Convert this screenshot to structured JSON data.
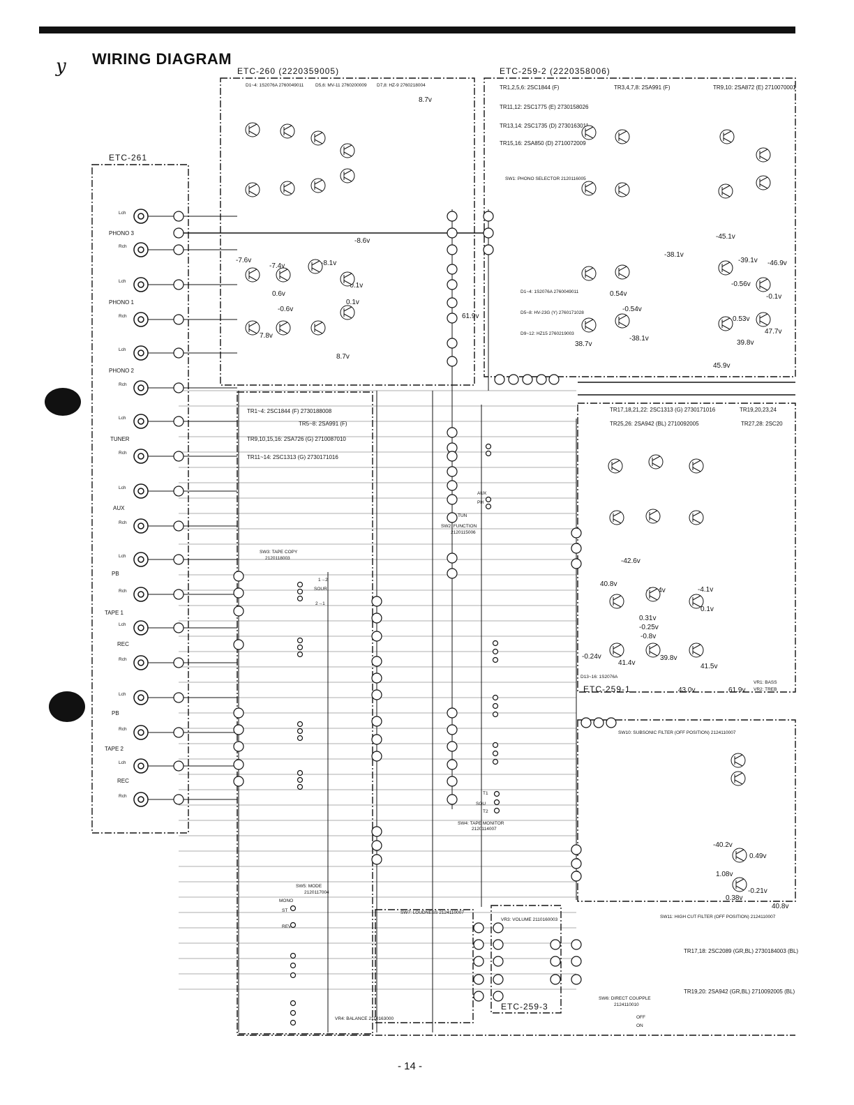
{
  "mark": "y",
  "title": "WIRING DIAGRAM",
  "page_number": "- 14 -",
  "boards": [
    {
      "id": "etc260",
      "label": "ETC-260 (2220359005)",
      "parts": [
        "D1~4: 1S2076A 2760049011",
        "D5,6: MV-11 2760200009",
        "D7,8: HZ-9 2760218004"
      ],
      "voltages": [
        "8.7v",
        "-8.6v",
        "-7.6v",
        "-7.4v",
        "-8.1v",
        "-0.6v",
        "-0.1v",
        "0.6v",
        "0.1v",
        "7.8v",
        "61.9v",
        "8.7v"
      ],
      "transistors": [
        "TR1~4: 2SC1844 (F) 2730188008",
        "TR5~8: 2SA991 (F)",
        "TR9,10,15,16: 2SA726 (G) 2710087010",
        "TR11~14: 2SC1313 (G) 2730171016"
      ]
    },
    {
      "id": "etc259_2",
      "label": "ETC-259-2 (2220358006)",
      "transistors": [
        "TR1,2,5,6: 2SC1844 (F)",
        "TR3,4,7,8: 2SA991 (F)",
        "TR9,10: 2SA872 (E) 2710070001",
        "TR11,12: 2SC1775 (E) 2730158026",
        "TR13,14: 2SC1735 (D) 2730163011",
        "TR15,16: 2SA850 (D) 2710072009"
      ],
      "parts": [
        "SW1: PHONO SELECTOR 2120116005",
        "D1~4: 1S2076A 2760049011",
        "D5~8: HV-23G (Y) 2760171028",
        "D9~12: HZ15 2760219003"
      ],
      "voltages": [
        "-45.1v",
        "-38.1v",
        "-39.1v",
        "-46.9v",
        "-0.56v",
        "-0.1v",
        "0.54v",
        "-0.54v",
        "-38.1v",
        "38.7v",
        "0.53v",
        "47.7v",
        "39.8v",
        "45.9v"
      ]
    },
    {
      "id": "etc261",
      "label": "ETC-261"
    },
    {
      "id": "etc259_1",
      "label": "ETC-259-1",
      "transistors": [
        "TR17,18,21,22: 2SC1313 (G) 2730171016",
        "TR19,20,23,24",
        "TR25,26: 2SA942 (BL) 2710092005",
        "TR27,28: 2SC20"
      ],
      "parts": [
        "D13~16: 1S2076A",
        "VR1: BASS",
        "VR2: TREB"
      ],
      "voltages": [
        "-42.6v",
        "40.8v",
        "-39.4v",
        "-4.1v",
        "0.1v",
        "0.31v",
        "-0.25v",
        "-0.8v",
        "39.8v",
        "41.5v",
        "-0.24v",
        "41.4v",
        "43.0v",
        "61.9v"
      ]
    },
    {
      "id": "etc259_3",
      "label": "ETC-259-3",
      "parts": [
        "VR3: VOLUME 2110160003",
        "VR4: BALANCE 2110163000",
        "SW7: LOUDNESS 2124110007"
      ]
    },
    {
      "id": "filters",
      "parts": [
        "SW10: SUBSONIC FILTER (OFF POSITION) 2124110007",
        "SW11: HIGH CUT FILTER (OFF POSITION) 2124110007",
        "TR17,18: 2SC2089 (GR,BL) 2730184003 (BL)",
        "TR19,20: 2SA942 (GR,BL) 2710092005 (BL)"
      ],
      "voltages": [
        "-40.2v",
        "0.49v",
        "1.08v",
        "0.38v",
        "-0.21v",
        "40.8v"
      ]
    }
  ],
  "jack_groups": [
    {
      "name": "PHONO 3",
      "channels": [
        "Lch",
        "Rch"
      ]
    },
    {
      "name": "PHONO 1",
      "channels": [
        "Lch",
        "Rch"
      ]
    },
    {
      "name": "PHONO 2",
      "channels": [
        "Lch",
        "Rch"
      ]
    },
    {
      "name": "TUNER",
      "channels": [
        "Lch",
        "Rch"
      ]
    },
    {
      "name": "AUX",
      "channels": [
        "Lch",
        "Rch"
      ]
    },
    {
      "name": "TAPE 1",
      "sub": [
        "PB",
        "REC"
      ],
      "channels": [
        "Lch",
        "Rch",
        "Lch",
        "Rch"
      ]
    },
    {
      "name": "TAPE 2",
      "sub": [
        "PB",
        "REC"
      ],
      "channels": [
        "Lch",
        "Rch",
        "Lch",
        "Rch"
      ]
    }
  ],
  "switches": [
    {
      "name": "SW2: FUNCTION",
      "part": "2120115006",
      "positions": [
        "TUN",
        "AUX",
        "PH"
      ]
    },
    {
      "name": "SW3: TAPE COPY",
      "part": "2120118003",
      "positions": [
        "1→2",
        "SOUR",
        "2→1"
      ]
    },
    {
      "name": "SW4: TAPE MONITOR",
      "part": "2120114007",
      "positions": [
        "T1",
        "SOU",
        "T2"
      ]
    },
    {
      "name": "SW5: MODE",
      "part": "2120117004",
      "positions": [
        "MONO",
        "ST",
        "REV"
      ]
    },
    {
      "name": "SW6: DIRECT COUPPLE",
      "part": "2124110010",
      "positions": [
        "OFF",
        "ON"
      ]
    }
  ],
  "colors": {
    "ink": "#111111",
    "paper": "#ffffff"
  }
}
